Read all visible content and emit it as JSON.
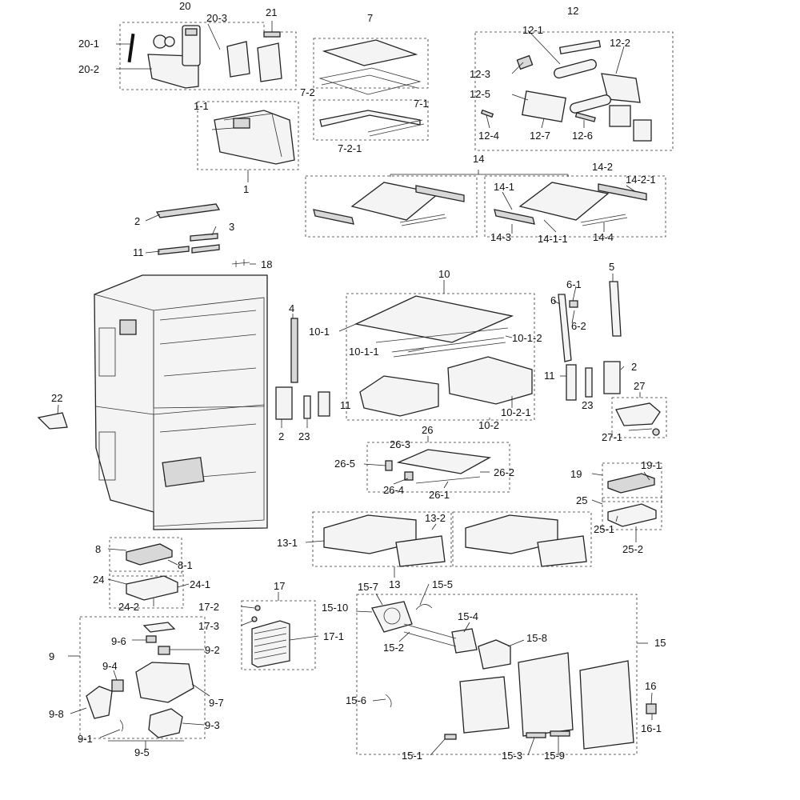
{
  "callouts": [
    {
      "id": "c1",
      "text": "20"
    },
    {
      "id": "c2",
      "text": "21"
    },
    {
      "id": "c3",
      "text": "20-3"
    },
    {
      "id": "c4",
      "text": "20-1"
    },
    {
      "id": "c5",
      "text": "20-2"
    },
    {
      "id": "c6",
      "text": "7"
    },
    {
      "id": "c7",
      "text": "12"
    },
    {
      "id": "c8",
      "text": "12-1"
    },
    {
      "id": "c9",
      "text": "12-2"
    },
    {
      "id": "c10",
      "text": "12-3"
    },
    {
      "id": "c11",
      "text": "12-5"
    },
    {
      "id": "c12",
      "text": "12-4"
    },
    {
      "id": "c13",
      "text": "12-7"
    },
    {
      "id": "c14",
      "text": "12-6"
    },
    {
      "id": "c15",
      "text": "7-2"
    },
    {
      "id": "c16",
      "text": "7-1"
    },
    {
      "id": "c17",
      "text": "7-2-1"
    },
    {
      "id": "c18",
      "text": "1-1"
    },
    {
      "id": "c19",
      "text": "1"
    },
    {
      "id": "c20",
      "text": "14"
    },
    {
      "id": "c21",
      "text": "14-2"
    },
    {
      "id": "c22",
      "text": "14-2-1"
    },
    {
      "id": "c23",
      "text": "14-1"
    },
    {
      "id": "c24",
      "text": "14-3"
    },
    {
      "id": "c25",
      "text": "14-1-1"
    },
    {
      "id": "c26",
      "text": "14-4"
    },
    {
      "id": "c27",
      "text": "2"
    },
    {
      "id": "c28",
      "text": "3"
    },
    {
      "id": "c29",
      "text": "11"
    },
    {
      "id": "c30",
      "text": "18"
    },
    {
      "id": "c31",
      "text": "10"
    },
    {
      "id": "c32",
      "text": "5"
    },
    {
      "id": "c33",
      "text": "6-1"
    },
    {
      "id": "c34",
      "text": "6"
    },
    {
      "id": "c35",
      "text": "6-2"
    },
    {
      "id": "c36",
      "text": "4"
    },
    {
      "id": "c37",
      "text": "10-1"
    },
    {
      "id": "c38",
      "text": "10-1-1"
    },
    {
      "id": "c39",
      "text": "10-1-2"
    },
    {
      "id": "c40",
      "text": "11"
    },
    {
      "id": "c41",
      "text": "2"
    },
    {
      "id": "c42",
      "text": "23"
    },
    {
      "id": "c43",
      "text": "27"
    },
    {
      "id": "c44",
      "text": "22"
    },
    {
      "id": "c45",
      "text": "11"
    },
    {
      "id": "c46",
      "text": "2"
    },
    {
      "id": "c47",
      "text": "23"
    },
    {
      "id": "c48",
      "text": "26"
    },
    {
      "id": "c49",
      "text": "10-2"
    },
    {
      "id": "c50",
      "text": "10-2-1"
    },
    {
      "id": "c51",
      "text": "27-1"
    },
    {
      "id": "c52",
      "text": "26-3"
    },
    {
      "id": "c53",
      "text": "26-5"
    },
    {
      "id": "c54",
      "text": "26-2"
    },
    {
      "id": "c55",
      "text": "26-4"
    },
    {
      "id": "c56",
      "text": "26-1"
    },
    {
      "id": "c57",
      "text": "19"
    },
    {
      "id": "c58",
      "text": "19-1"
    },
    {
      "id": "c59",
      "text": "25"
    },
    {
      "id": "c60",
      "text": "25-1"
    },
    {
      "id": "c61",
      "text": "25-2"
    },
    {
      "id": "c62",
      "text": "13-1"
    },
    {
      "id": "c63",
      "text": "13-2"
    },
    {
      "id": "c64",
      "text": "8"
    },
    {
      "id": "c65",
      "text": "8-1"
    },
    {
      "id": "c66",
      "text": "13"
    },
    {
      "id": "c67",
      "text": "24"
    },
    {
      "id": "c68",
      "text": "24-1"
    },
    {
      "id": "c69",
      "text": "24-2"
    },
    {
      "id": "c70",
      "text": "17"
    },
    {
      "id": "c71",
      "text": "15-7"
    },
    {
      "id": "c72",
      "text": "15-5"
    },
    {
      "id": "c73",
      "text": "15-10"
    },
    {
      "id": "c74",
      "text": "17-2"
    },
    {
      "id": "c75",
      "text": "17-3"
    },
    {
      "id": "c76",
      "text": "15-4"
    },
    {
      "id": "c77",
      "text": "17-1"
    },
    {
      "id": "c78",
      "text": "15-8"
    },
    {
      "id": "c79",
      "text": "15-2"
    },
    {
      "id": "c80",
      "text": "15"
    },
    {
      "id": "c81",
      "text": "9-6"
    },
    {
      "id": "c82",
      "text": "9"
    },
    {
      "id": "c83",
      "text": "9-2"
    },
    {
      "id": "c84",
      "text": "9-4"
    },
    {
      "id": "c85",
      "text": "9-7"
    },
    {
      "id": "c86",
      "text": "15-6"
    },
    {
      "id": "c87",
      "text": "16"
    },
    {
      "id": "c88",
      "text": "9-8"
    },
    {
      "id": "c89",
      "text": "16-1"
    },
    {
      "id": "c90",
      "text": "9-3"
    },
    {
      "id": "c91",
      "text": "9-1"
    },
    {
      "id": "c92",
      "text": "9-5"
    },
    {
      "id": "c93",
      "text": "15-1"
    },
    {
      "id": "c94",
      "text": "15-3"
    },
    {
      "id": "c95",
      "text": "15-9"
    }
  ]
}
